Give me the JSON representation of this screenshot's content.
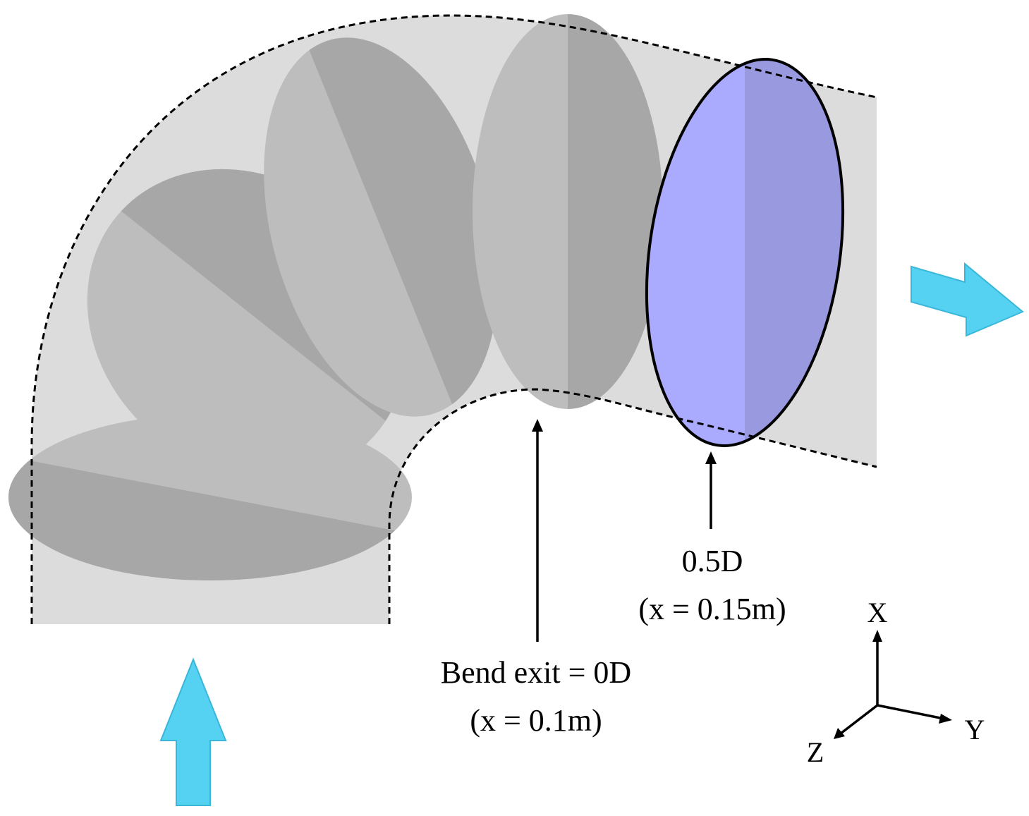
{
  "labels": {
    "bend_exit_line1": "Bend exit = 0D",
    "bend_exit_line2": "(x = 0.1m)",
    "half_d_line1": "0.5D",
    "half_d_line2": "(x = 0.15m)"
  },
  "axes": {
    "x": "X",
    "y": "Y",
    "z": "Z"
  },
  "colors": {
    "pipe_fill": "#dcdcdc",
    "section_light": "#bdbdbd",
    "section_dark": "#a7a7a7",
    "highlight_light": "#aaaaff",
    "highlight_dark": "#9999e0",
    "flow_arrow": "#55d2f2"
  }
}
